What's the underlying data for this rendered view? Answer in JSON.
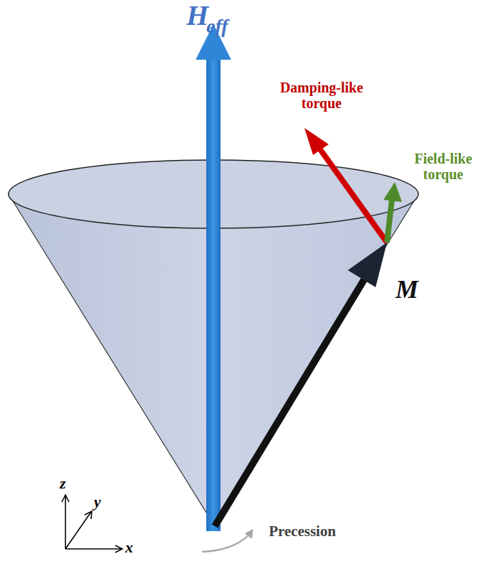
{
  "diagram": {
    "labels": [
      "H",
      "eff",
      "Damping-like torque",
      "Field-like torque",
      "M",
      "Precession",
      "z",
      "y",
      "x"
    ]
  }
}
